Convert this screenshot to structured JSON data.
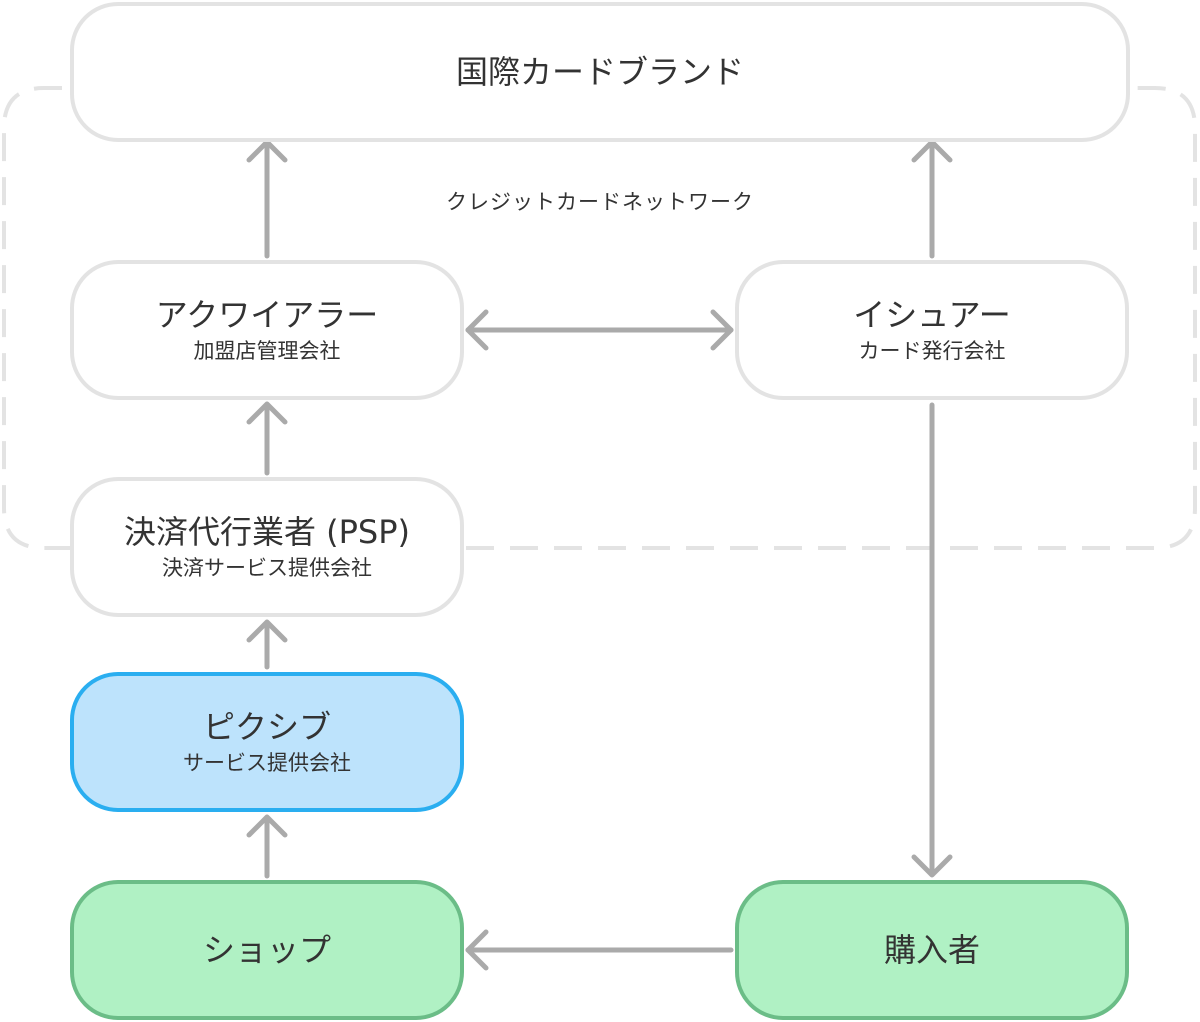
{
  "network_label": "クレジットカードネットワーク",
  "nodes": {
    "brand": {
      "title": "国際カードブランド"
    },
    "acquirer": {
      "title": "アクワイアラー",
      "sub": "加盟店管理会社"
    },
    "issuer": {
      "title": "イシュアー",
      "sub": "カード発行会社"
    },
    "psp": {
      "title": "決済代行業者 (PSP)",
      "sub": "決済サービス提供会社"
    },
    "pixiv": {
      "title": "ピクシブ",
      "sub": "サービス提供会社"
    },
    "shop": {
      "title": "ショップ"
    },
    "buyer": {
      "title": "購入者"
    }
  },
  "colors": {
    "node_border": "#e3e3e3",
    "arrow": "#aaaaaa",
    "network_dash": "#e3e3e3",
    "pixiv_fill": "#bde3fc",
    "pixiv_border": "#2aaef0",
    "party_fill": "#b0f1c4",
    "party_border": "#6bbd87"
  }
}
